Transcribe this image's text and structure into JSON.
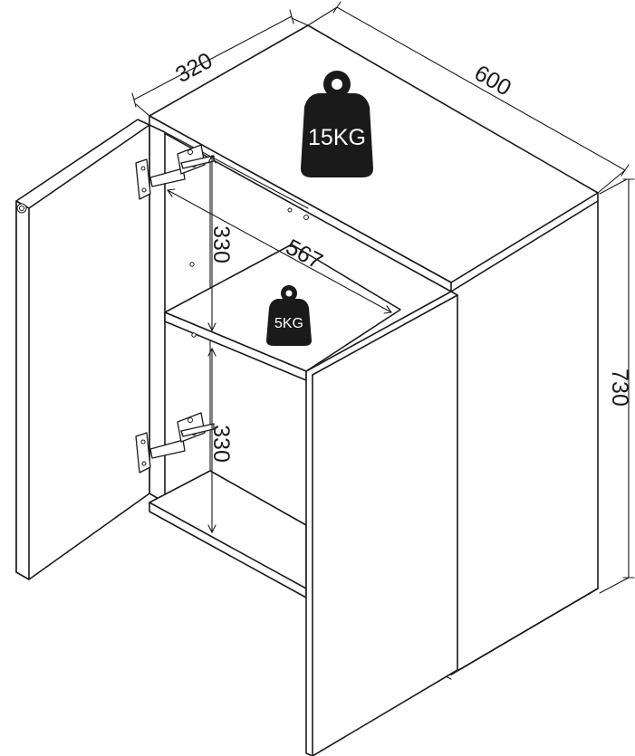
{
  "dimensions": {
    "depth": "320",
    "width": "600",
    "height": "730",
    "inner_width": "567",
    "upper_compartment": "330",
    "lower_compartment": "330"
  },
  "load_ratings": {
    "top": "15KG",
    "shelf": "5KG"
  }
}
